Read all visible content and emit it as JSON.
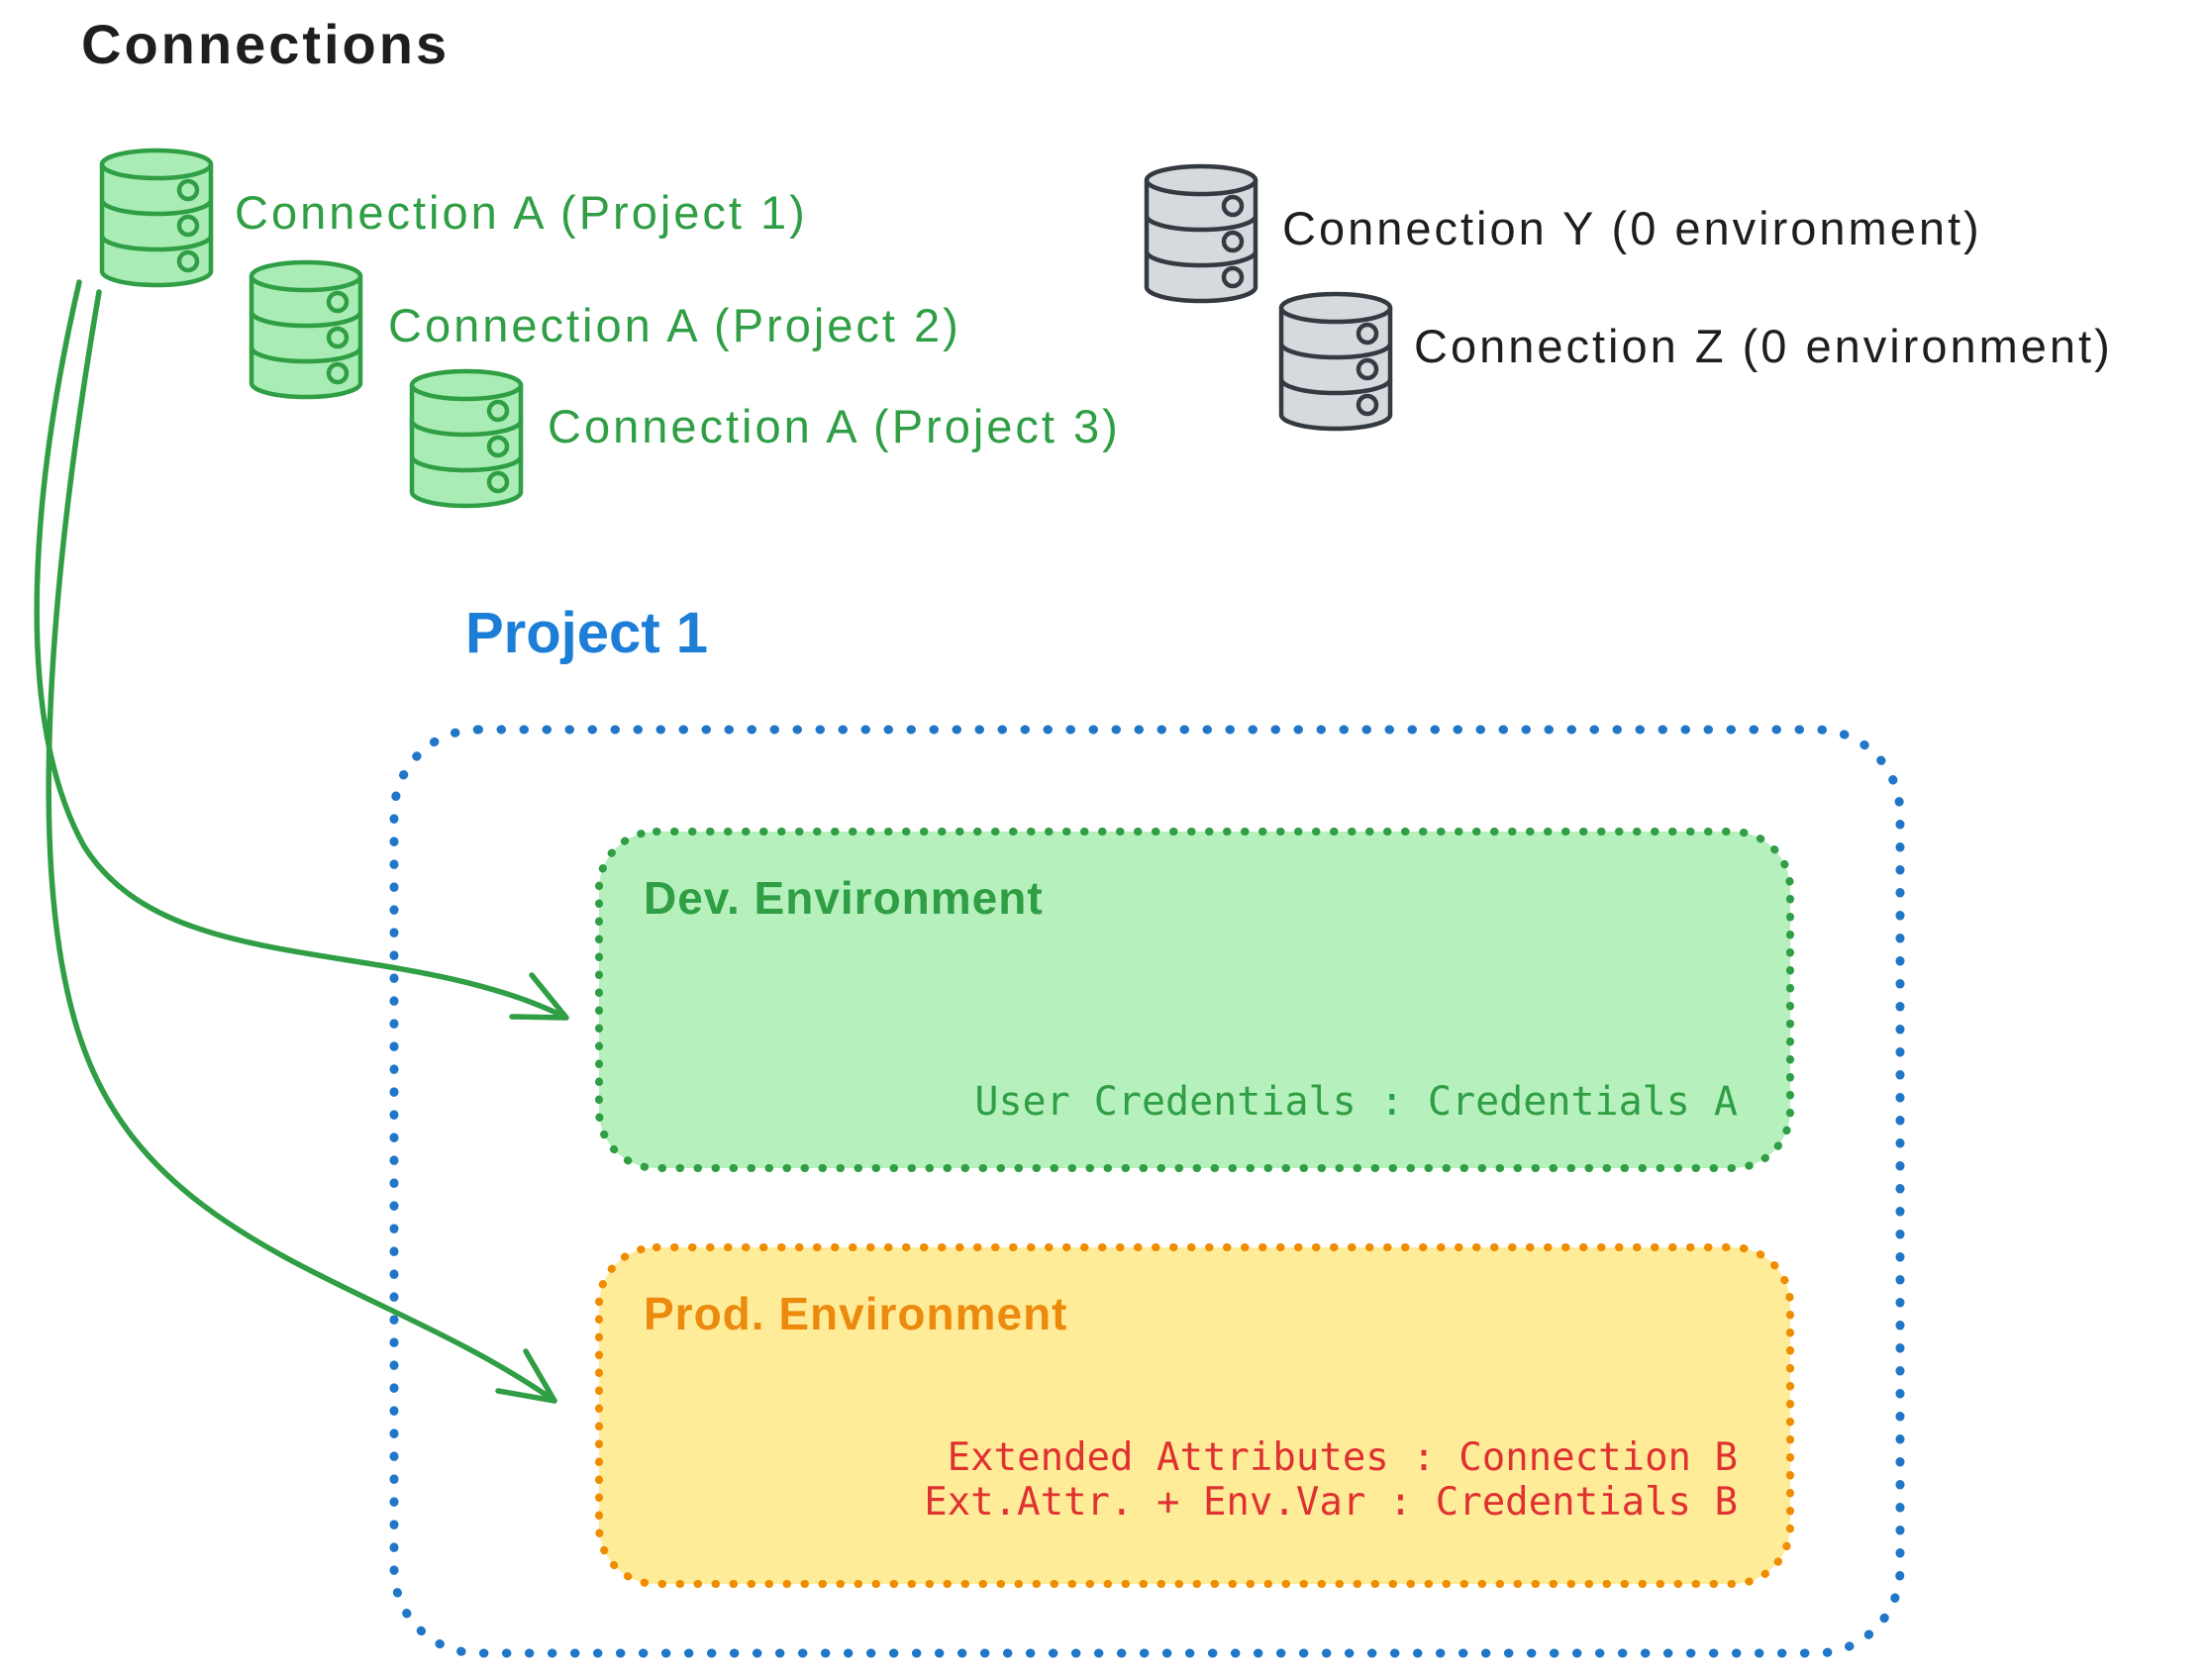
{
  "title": "Connections",
  "green_connections": [
    {
      "label": "Connection A (Project 1)"
    },
    {
      "label": "Connection A (Project 2)"
    },
    {
      "label": "Connection A (Project 3)"
    }
  ],
  "gray_connections": [
    {
      "label": "Connection Y (0 environment)"
    },
    {
      "label": "Connection Z (0 environment)"
    }
  ],
  "project": {
    "title": "Project 1",
    "dev_environment": {
      "title": "Dev. Environment",
      "credential_mapping": "User Credentials : Credentials A"
    },
    "prod_environment": {
      "title": "Prod. Environment",
      "credential_mappings": [
        "Extended Attributes : Connection B",
        "Ext.Attr. + Env.Var : Credentials B"
      ]
    }
  },
  "colors": {
    "ink": "#1e1e1e",
    "green_stroke": "#2f9e44",
    "green_db_fill": "#a9ecb5",
    "green_box_fill": "#b5f0bd",
    "blue_border": "#2076c7",
    "blue_text": "#1c7ed6",
    "orange_border": "#f08c00",
    "orange_text": "#ec8a0d",
    "yellow_box_fill": "#ffec99",
    "red_text": "#e03131",
    "gray_db_stroke": "#343a40",
    "gray_db_fill": "#d6dade"
  }
}
